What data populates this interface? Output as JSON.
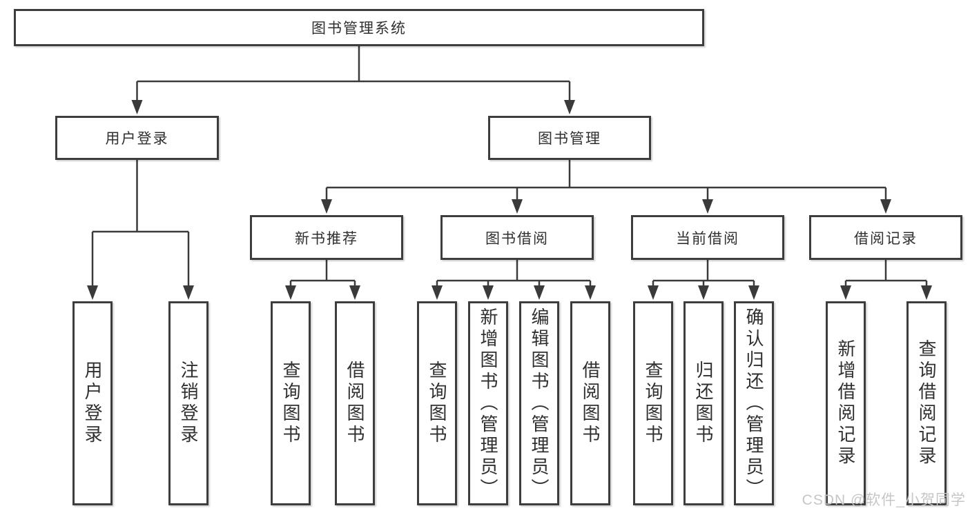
{
  "diagram": {
    "root": "图书管理系统",
    "level2": [
      "用户登录",
      "图书管理"
    ],
    "level3": [
      "新书推荐",
      "图书借阅",
      "当前借阅",
      "借阅记录"
    ],
    "leaves": [
      "用户登录",
      "注销登录",
      "查询图书",
      "借阅图书",
      "查询图书",
      "新增图书（管理员）",
      "编辑图书（管理员）",
      "借阅图书",
      "查询图书",
      "归还图书",
      "确认归还（管理员）",
      "新增借阅记录",
      "查询借阅记录"
    ]
  },
  "watermark": "CSDN @软件_小贺同学",
  "colors": {
    "line": "#3a3a3a",
    "border": "#3d3d3d",
    "text": "#2f2f2f",
    "watermark": "#c6c6c6",
    "background": "#ffffff"
  }
}
